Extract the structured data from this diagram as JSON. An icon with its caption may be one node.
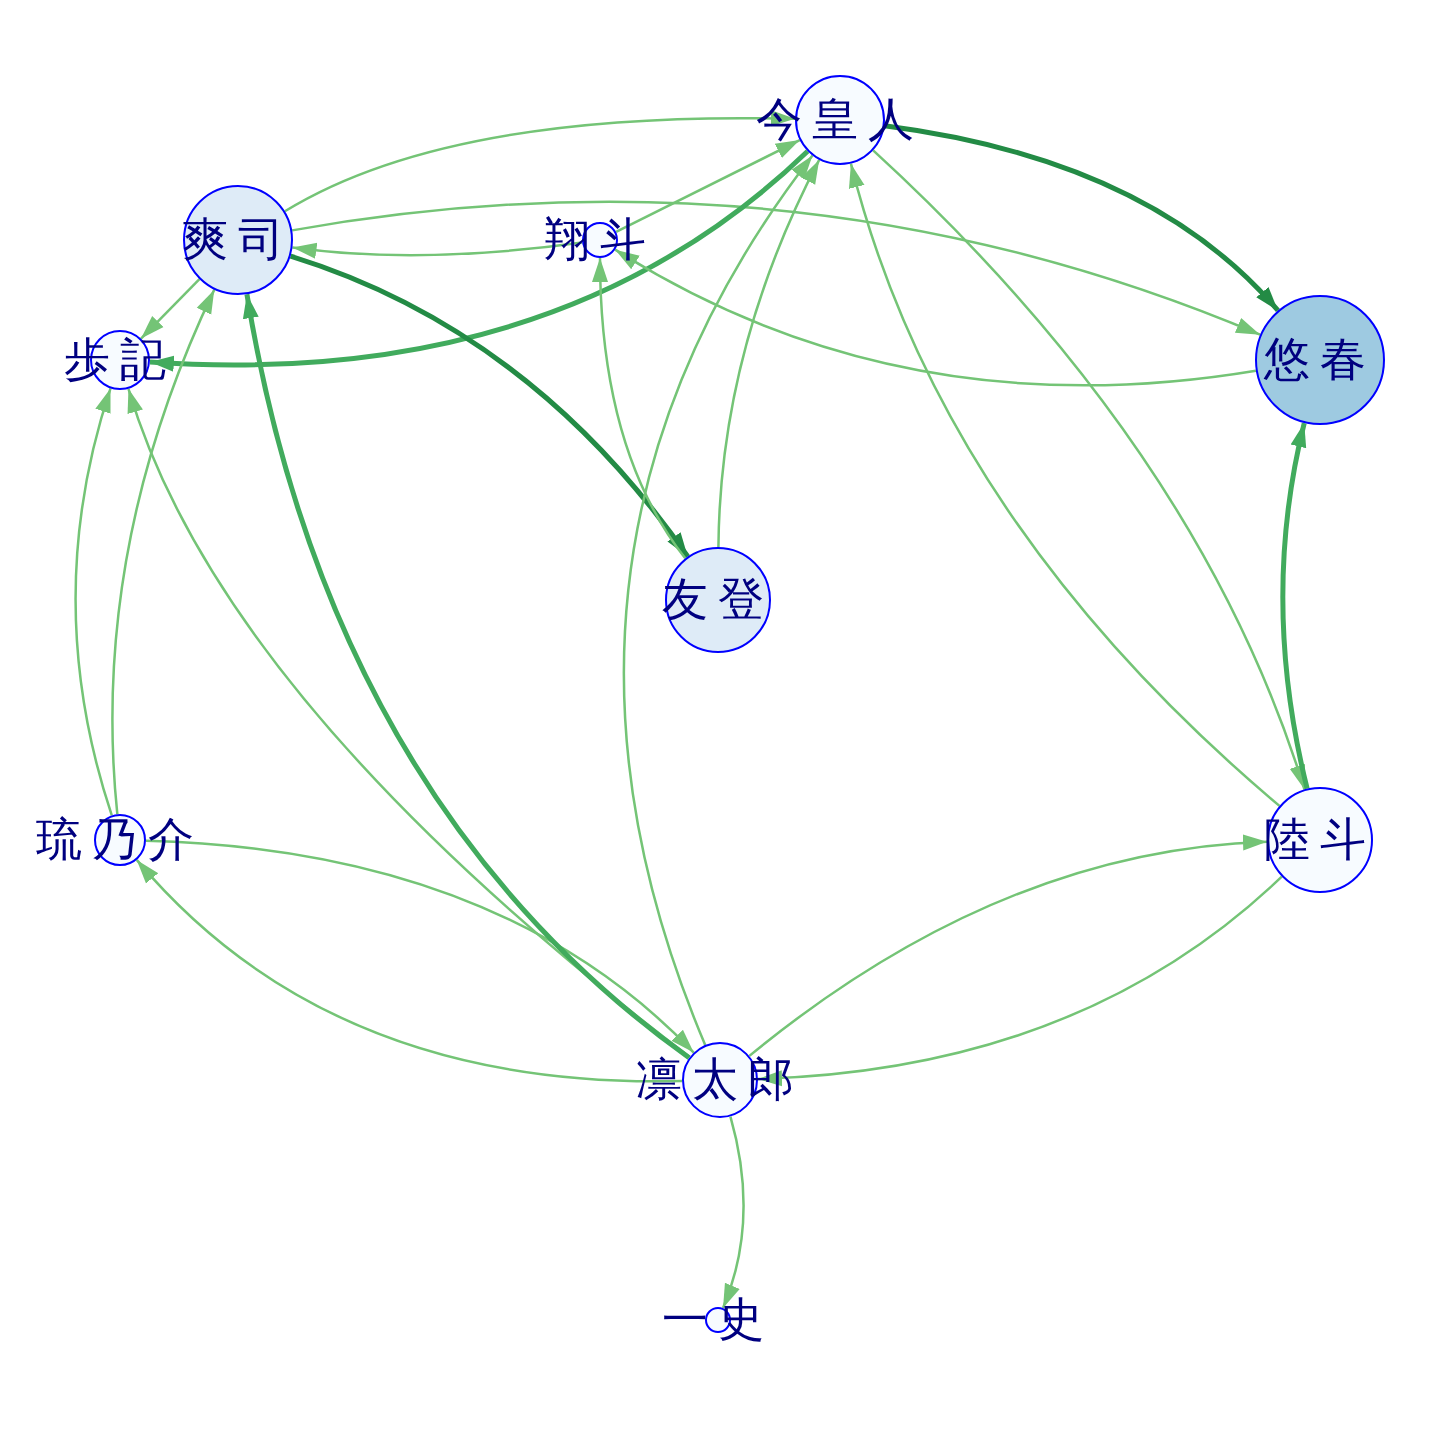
{
  "diagram": {
    "nodes": [
      {
        "text": [
          "今皇人"
        ]
      },
      {
        "text": [
          "爽司"
        ]
      },
      {
        "text": [
          "翔斗"
        ]
      },
      {
        "text": [
          "歩記"
        ]
      },
      {
        "text": [
          "悠春"
        ]
      },
      {
        "text": [
          "友登"
        ]
      },
      {
        "text": [
          "琉乃介"
        ]
      },
      {
        "text": [
          "陸斗"
        ]
      },
      {
        "text": [
          "凛太郎"
        ]
      },
      {
        "text": [
          "一史"
        ]
      }
    ],
    "edges": [
      {
        "from": 1,
        "to": 0,
        "arrow": "to"
      },
      {
        "from": 2,
        "to": 1,
        "arrow": "to"
      },
      {
        "from": 1,
        "to": 4,
        "arrow": "to"
      },
      {
        "from": 2,
        "to": 0,
        "arrow": "to"
      },
      {
        "from": 0,
        "to": 3,
        "arrow": "to",
        "style": "thick",
        "color": "#41ab5d"
      },
      {
        "from": 1,
        "to": 5,
        "arrow": "to",
        "style": "thick",
        "color": "#238b45"
      },
      {
        "from": 0,
        "to": 4,
        "arrow": "to",
        "style": "thick",
        "color": "#238b45"
      },
      {
        "from": 4,
        "to": 2,
        "arrow": "to"
      },
      {
        "from": 5,
        "to": 2,
        "arrow": "to"
      },
      {
        "from": 5,
        "to": 0,
        "arrow": "to"
      },
      {
        "from": 8,
        "to": 0,
        "arrow": "to"
      },
      {
        "from": 7,
        "to": 0,
        "arrow": "to"
      },
      {
        "from": 0,
        "to": 7,
        "arrow": "to"
      },
      {
        "from": 7,
        "to": 4,
        "arrow": "to",
        "style": "thick",
        "color": "#41ab5d"
      },
      {
        "from": 8,
        "to": 7,
        "arrow": "to"
      },
      {
        "from": 7,
        "to": 8,
        "arrow": "to"
      },
      {
        "from": 8,
        "to": 9,
        "arrow": "to"
      },
      {
        "from": 8,
        "to": 6,
        "arrow": "to"
      },
      {
        "from": 6,
        "to": 8,
        "arrow": "to"
      },
      {
        "from": 8,
        "to": 3,
        "arrow": "to"
      },
      {
        "from": 8,
        "to": 1,
        "arrow": "to",
        "style": "thick",
        "color": "#41ab5d"
      },
      {
        "from": 6,
        "to": 3,
        "arrow": "to"
      },
      {
        "from": 6,
        "to": 1,
        "arrow": "to"
      },
      {
        "from": 1,
        "to": 3,
        "arrow": "to"
      }
    ]
  }
}
